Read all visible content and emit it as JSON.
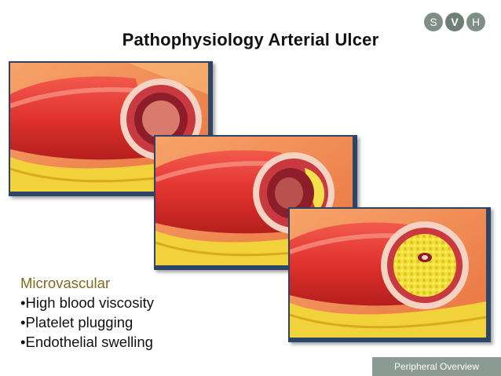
{
  "title": "Pathophysiology Arterial Ulcer",
  "logo": {
    "letters": [
      "S",
      "V",
      "H"
    ]
  },
  "bullets": {
    "heading": "Microvascular",
    "items": [
      "•High blood viscosity",
      "•Platelet plugging",
      "•Endothelial swelling"
    ]
  },
  "footer": "Peripheral Overview",
  "colors": {
    "panel_border": "#2c4466",
    "logo_circle": "#7f8f88",
    "heading_color": "#7d6a1d",
    "footer_bg": "#8c9a94"
  }
}
